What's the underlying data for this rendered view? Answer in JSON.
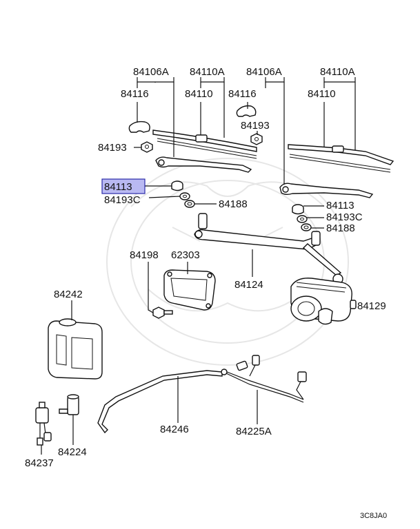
{
  "diagram": {
    "highlighted_part": "84113",
    "colors": {
      "highlight_fill": "#b9b9f2",
      "highlight_border": "#2a2aa8",
      "ink": "#111111"
    },
    "callouts": {
      "c_84106A_l": "84106A",
      "c_84110A_l": "84110A",
      "c_84106A_r": "84106A",
      "c_84110A_r": "84110A",
      "c_84116_l": "84116",
      "c_84110_l": "84110",
      "c_84116_r": "84116",
      "c_84110_r": "84110",
      "c_84193_top": "84193",
      "c_84193_left": "84193",
      "c_84113_hl": "84113",
      "c_84193C_l": "84193C",
      "c_84188_l": "84188",
      "c_84113_r": "84113",
      "c_84193C_r": "84193C",
      "c_84188_r": "84188",
      "c_84198": "84198",
      "c_62303": "62303",
      "c_84124": "84124",
      "c_84129": "84129",
      "c_84242": "84242",
      "c_84246": "84246",
      "c_84225A": "84225A",
      "c_84224": "84224",
      "c_84237": "84237"
    },
    "diagram_code": "3C8JA0"
  }
}
